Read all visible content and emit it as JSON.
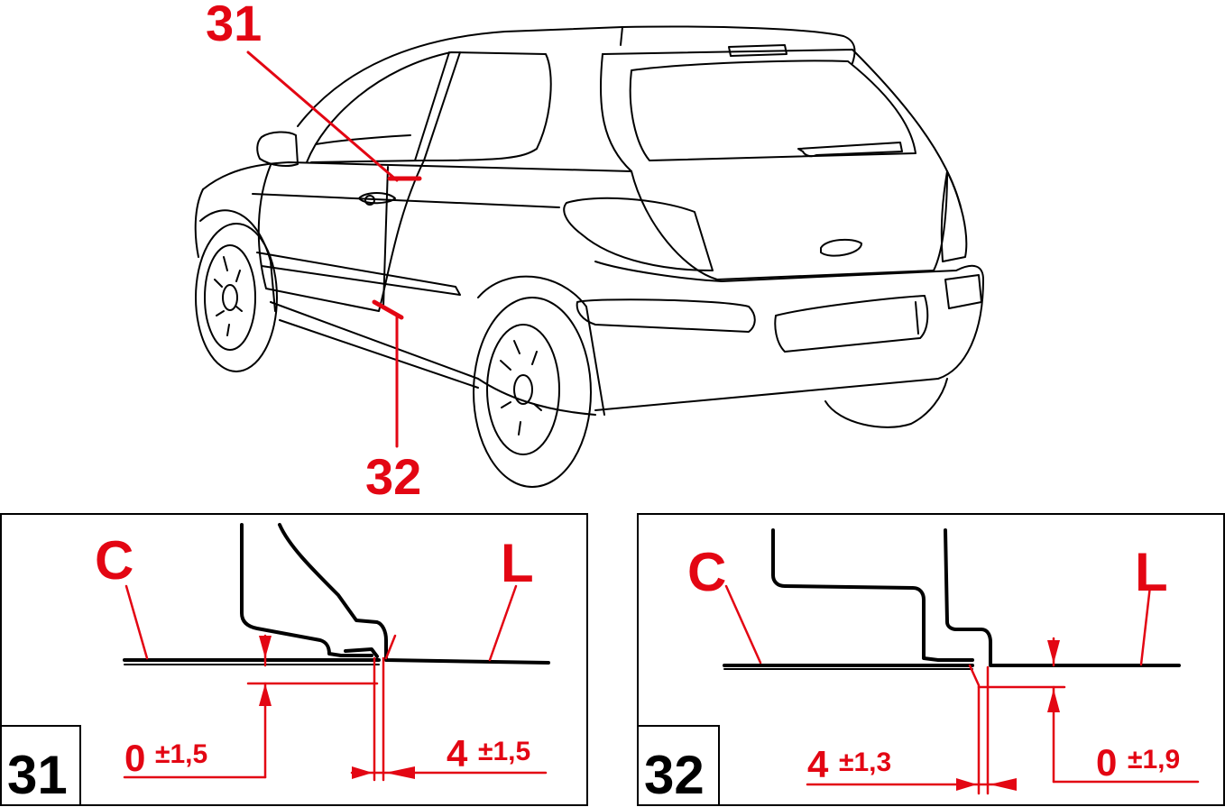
{
  "colors": {
    "annotation": "#e30613",
    "linework": "#000000",
    "background": "#ffffff"
  },
  "car_view": {
    "callout_top": "31",
    "callout_bottom": "32"
  },
  "detail_31": {
    "section_number": "31",
    "left_part": "C",
    "right_part": "L",
    "vertical_gap": {
      "nominal": "0",
      "tolerance": "±1,5"
    },
    "horizontal_gap": {
      "nominal": "4",
      "tolerance": "±1,5"
    }
  },
  "detail_32": {
    "section_number": "32",
    "left_part": "C",
    "right_part": "L",
    "horizontal_gap": {
      "nominal": "4",
      "tolerance": "±1,3"
    },
    "vertical_gap": {
      "nominal": "0",
      "tolerance": "±1,9"
    }
  }
}
